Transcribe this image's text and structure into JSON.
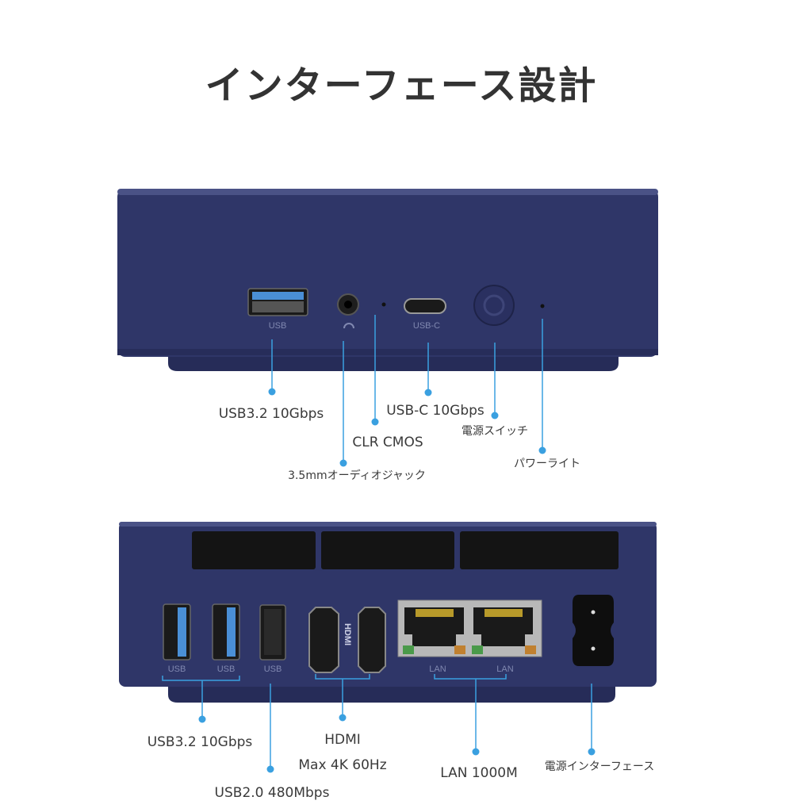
{
  "title": "インターフェース設計",
  "front_panel": {
    "port_labels": {
      "usb": "USB",
      "usb_c": "USB-C"
    },
    "callouts": {
      "usb": "USB3.2 10Gbps",
      "clr_cmos": "CLR CMOS",
      "audio": "3.5mmオーディオジャック",
      "usb_c": "USB-C 10Gbps",
      "power_switch": "電源スイッチ",
      "power_light": "パワーライト"
    }
  },
  "rear_panel": {
    "port_labels": {
      "usb1": "USB",
      "usb2": "USB",
      "usb3": "USB",
      "hdmi": "HDMI",
      "lan1": "LAN",
      "lan2": "LAN"
    },
    "callouts": {
      "usb32": "USB3.2 10Gbps",
      "usb20": "USB2.0 480Mbps",
      "hdmi": "HDMI",
      "hdmi_spec": "Max 4K 60Hz",
      "lan": "LAN 1000M",
      "power": "電源インターフェース"
    }
  },
  "colors": {
    "device": "#2e3566",
    "leader": "#3aa0e0",
    "usb3_blue": "#4a8fd6"
  }
}
